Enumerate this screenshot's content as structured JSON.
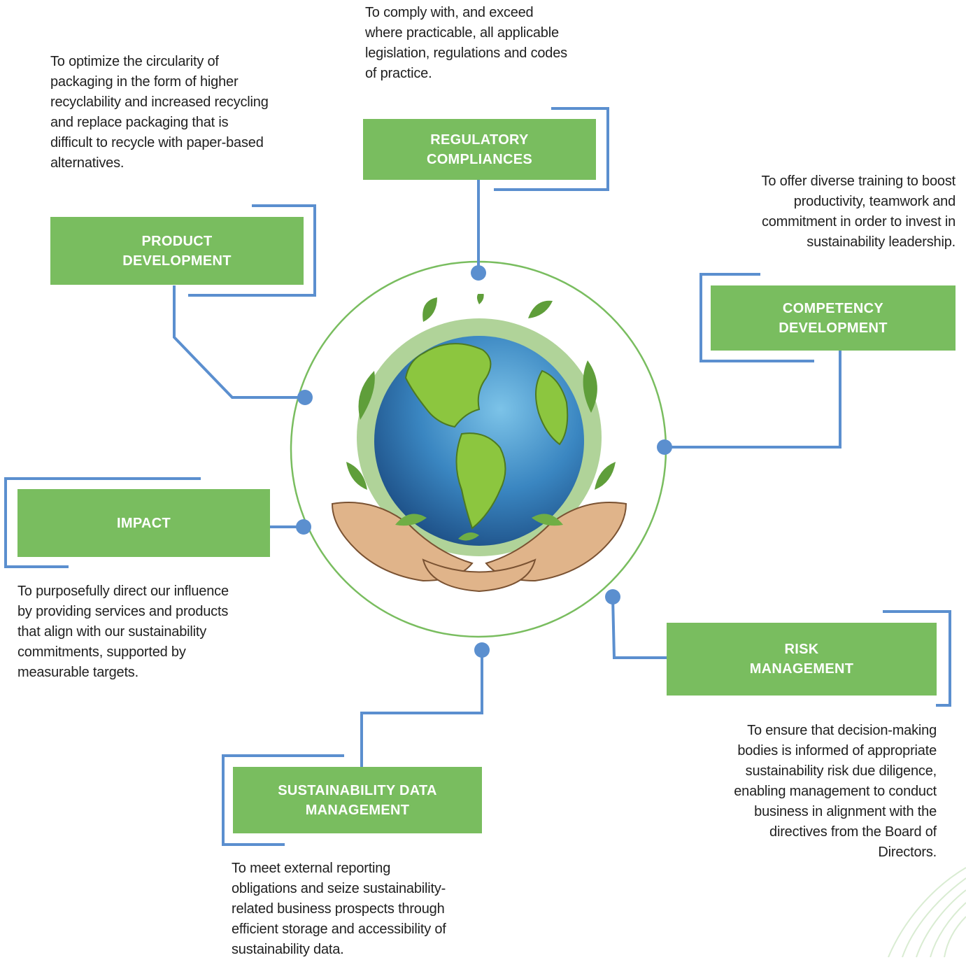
{
  "colors": {
    "box_fill": "#79bd5f",
    "connector": "#5b8fcf",
    "ring": "#79bd5f",
    "text": "#1f1f1f"
  },
  "center": {
    "icon": "earth-in-hands-icon"
  },
  "items": {
    "regulatory": {
      "title": [
        "REGULATORY",
        "COMPLIANCES"
      ],
      "description": [
        "To comply with, and exceed",
        "where practicable, all applicable",
        "legislation, regulations and codes",
        "of practice."
      ]
    },
    "product": {
      "title": [
        "PRODUCT",
        "DEVELOPMENT"
      ],
      "description": [
        "To optimize the circularity of",
        "packaging in the form of higher",
        "recyclability and increased recycling",
        "and replace packaging that is",
        "difficult to recycle with paper-based",
        "alternatives."
      ]
    },
    "competency": {
      "title": [
        "COMPETENCY",
        "DEVELOPMENT"
      ],
      "description": [
        "To offer diverse training to boost",
        "productivity, teamwork and",
        "commitment in order to invest in",
        "sustainability leadership."
      ]
    },
    "impact": {
      "title": [
        "IMPACT"
      ],
      "description": [
        "To purposefully direct our influence",
        "by providing services and products",
        "that align with our sustainability",
        "commitments, supported by",
        "measurable targets."
      ]
    },
    "risk": {
      "title": [
        "RISK",
        "MANAGEMENT"
      ],
      "description": [
        "To ensure that decision-making",
        "bodies is informed of appropriate",
        "sustainability risk due diligence,",
        "enabling management to conduct",
        "business in alignment with the",
        "directives from the Board of",
        "Directors."
      ]
    },
    "data": {
      "title": [
        "SUSTAINABILITY DATA",
        "MANAGEMENT"
      ],
      "description": [
        "To meet external reporting",
        "obligations and seize sustainability-",
        "related business prospects through",
        "efficient storage and accessibility of",
        "sustainability data."
      ]
    }
  }
}
